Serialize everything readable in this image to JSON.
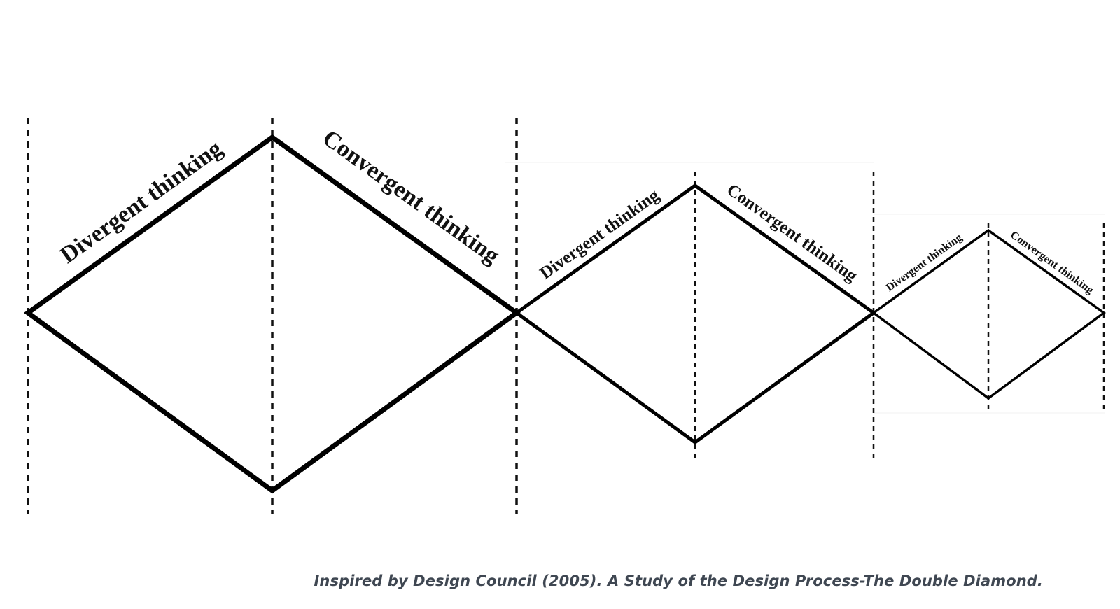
{
  "diagram": {
    "diamonds": [
      {
        "diverge_label": "Divergent thinking",
        "converge_label": "Convergent thinking"
      },
      {
        "diverge_label": "Divergent thinking",
        "converge_label": "Convergent thinking"
      },
      {
        "diverge_label": "Divergent thinking",
        "converge_label": "Convergent thinking"
      }
    ],
    "caption": "Inspired by Design Council (2005). A Study of the Design Process-The Double Diamond.",
    "line_color": "#000000",
    "caption_color": "#3f4752"
  }
}
